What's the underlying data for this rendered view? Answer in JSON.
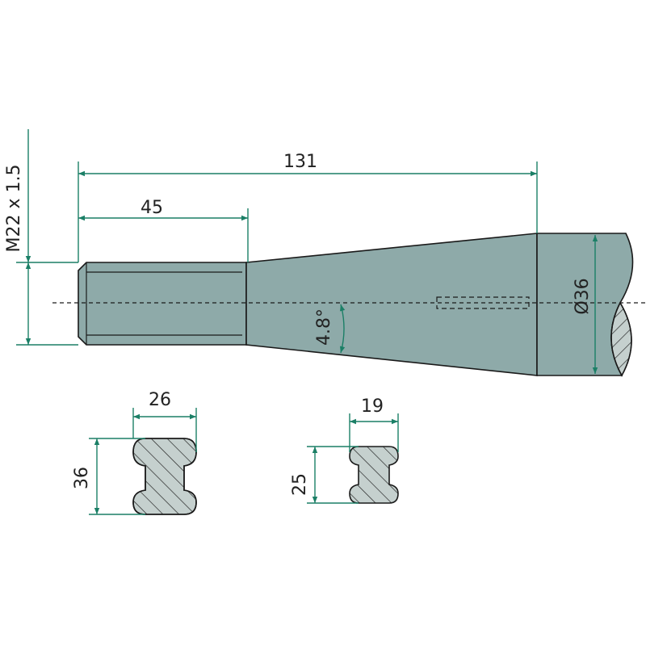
{
  "drawing": {
    "dimensions": {
      "total_length": "131",
      "thread_length": "45",
      "thread": "M22 x 1.5",
      "taper_angle": "4.8°",
      "diameter": "Ø36",
      "section_large_width": "26",
      "section_large_height": "36",
      "section_small_width": "19",
      "section_small_height": "25"
    },
    "colors": {
      "body": "#8eaaa9",
      "dimension_lines": "#1b7f66",
      "section_fill": "#c5d0ce"
    }
  }
}
